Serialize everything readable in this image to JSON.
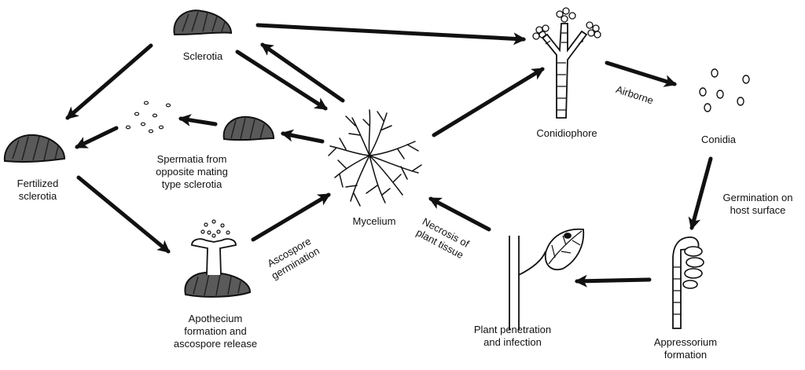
{
  "colors": {
    "ink": "#111111",
    "sclerotia_fill": "#5a5a5a",
    "background": "#ffffff"
  },
  "labels": {
    "sclerotia": "Sclerotia",
    "fertilized_line1": "Fertilized",
    "fertilized_line2": "sclerotia",
    "spermatia_line1": "Spermatia from",
    "spermatia_line2": "opposite mating",
    "spermatia_line3": "type sclerotia",
    "apothecium_line1": "Apothecium",
    "apothecium_line2": "formation and",
    "apothecium_line3": "ascospore release",
    "ascospore_line1": "Ascospore",
    "ascospore_line2": "germination",
    "mycelium": "Mycelium",
    "necrosis_line1": "Necrosis of",
    "necrosis_line2": "plant tissue",
    "conidiophore": "Conidiophore",
    "airborne": "Airborne",
    "conidia": "Conidia",
    "germination_line1": "Germination on",
    "germination_line2": "host surface",
    "appressorium_line1": "Appressorium",
    "appressorium_line2": "formation",
    "plant_line1": "Plant penetration",
    "plant_line2": "and infection"
  },
  "icons": [
    "sclerotia-icon",
    "fertilized-sclerotia-icon",
    "spermatia-icon",
    "apothecium-icon",
    "mycelium-icon",
    "conidiophore-icon",
    "conidia-icon",
    "appressorium-icon",
    "infected-leaf-icon"
  ]
}
